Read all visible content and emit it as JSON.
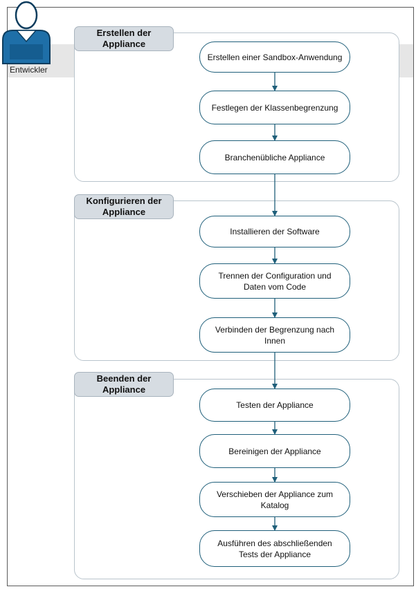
{
  "actor": {
    "label": "Entwickler",
    "icon": "user-icon"
  },
  "colors": {
    "connector": "#1f5f7a",
    "node_border": "#1f5f7a",
    "actor_fill": "#1e6fa8"
  },
  "groups": [
    {
      "title": "Erstellen der\nAppliance",
      "steps": [
        "Erstellen einer Sandbox-Anwendung",
        "Festlegen der Klassenbegrenzung",
        "Branchenübliche Appliance"
      ]
    },
    {
      "title": "Konfigurieren der\nAppliance",
      "steps": [
        "Installieren der Software",
        "Trennen der Configuration und\nDaten vom Code",
        "Verbinden der Begrenzung nach Innen"
      ]
    },
    {
      "title": "Beenden der\nAppliance",
      "steps": [
        "Testen der Appliance",
        "Bereinigen der Appliance",
        "Verschieben der Appliance zum\nKatalog",
        "Ausführen des abschließenden\nTests der Appliance"
      ]
    }
  ]
}
